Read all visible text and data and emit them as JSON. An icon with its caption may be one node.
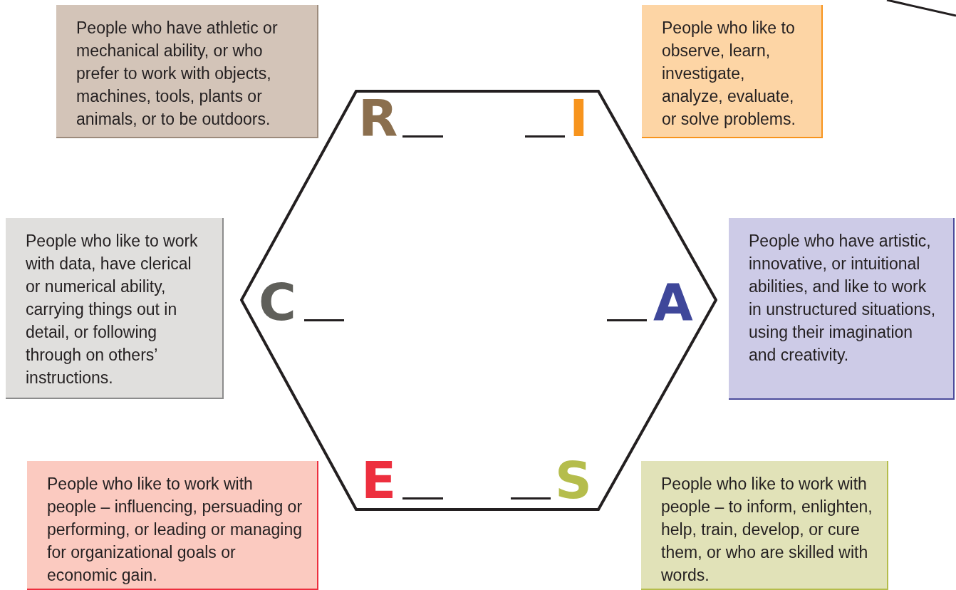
{
  "diagram": {
    "nodes": [
      {
        "text": [
          "People who have athletic or mechanical ability, or who prefer to work with objects, machines, tools, plants or animals, or to be outdoors."
        ]
      },
      {
        "text": [
          "People who like to observe, learn, investigate, analyze, evaluate, or solve problems."
        ]
      },
      {
        "text": [
          "R",
          "I",
          "C",
          "A",
          "E",
          "S"
        ]
      },
      {
        "text": [
          "People who like to work with data, have clerical or numerical ability, carrying things out in detail, or following through on others’ instructions."
        ]
      },
      {
        "text": [
          "People who have artistic, innovative, or intuitional abilities, and like to work in unstructured situations, using their imagination and creativity."
        ]
      },
      {
        "text": [
          "People who like to work with people – influencing, persuading or performing, or leading or managing for organizational goals or economic gain."
        ]
      },
      {
        "text": [
          "People who like to work with people – to inform, enlighten, help, train, develop, or cure them, or who are skilled with words."
        ]
      }
    ],
    "edges": []
  }
}
